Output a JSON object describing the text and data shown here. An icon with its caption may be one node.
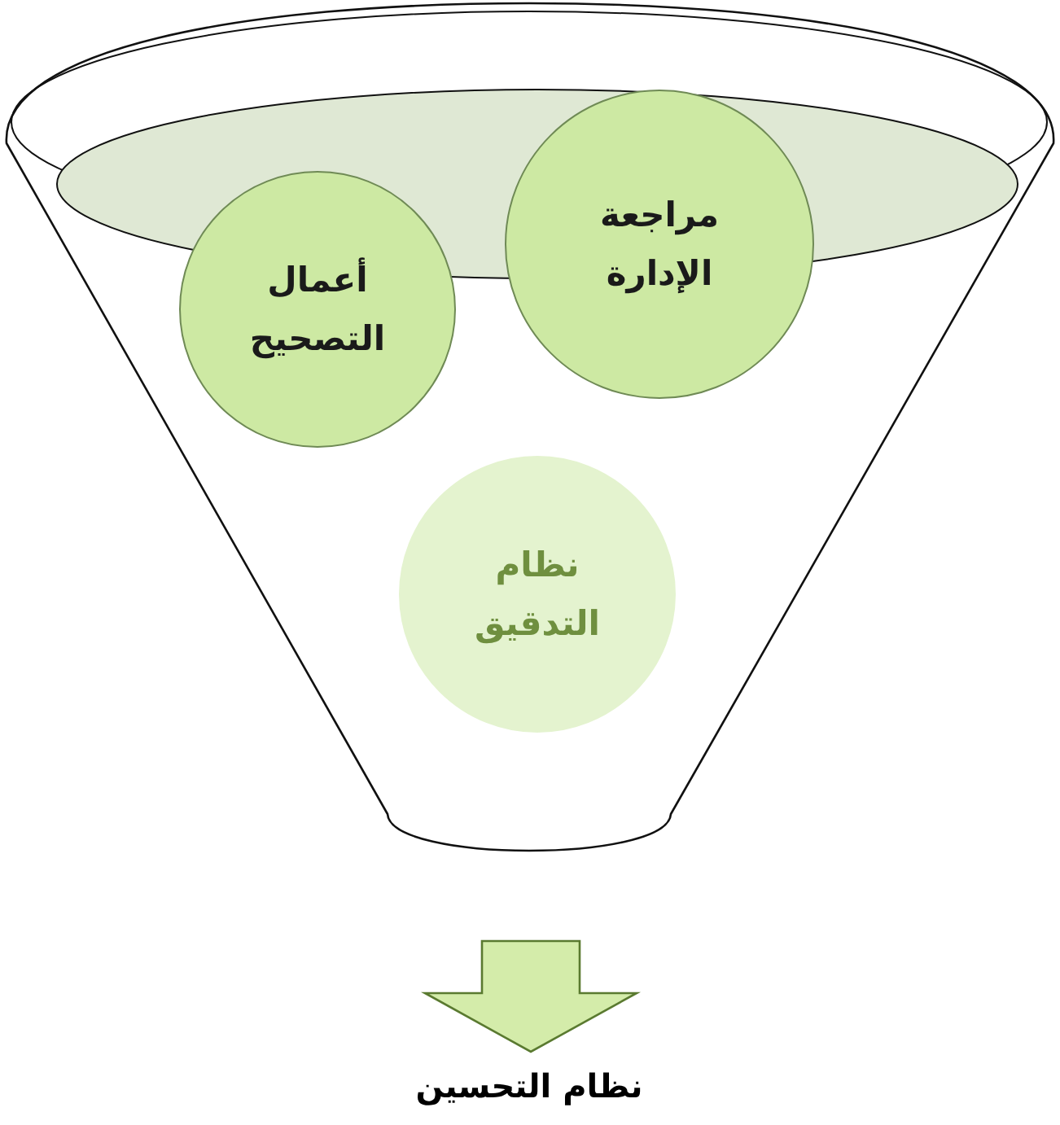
{
  "diagram": {
    "nodes": [
      {
        "text": [],
        "shape": "funnel"
      },
      {
        "text": [
          "مراجعة الإدارة"
        ],
        "in": 0
      },
      {
        "text": [
          "أعمال التصحيح"
        ],
        "in": 0
      },
      {
        "text": [
          "نظام التدقيق"
        ],
        "in": 0
      },
      {
        "text": [
          "نظام التحسين"
        ]
      }
    ],
    "edges": [
      {
        "from": 0,
        "to": 4,
        "arrow": "to"
      }
    ]
  }
}
